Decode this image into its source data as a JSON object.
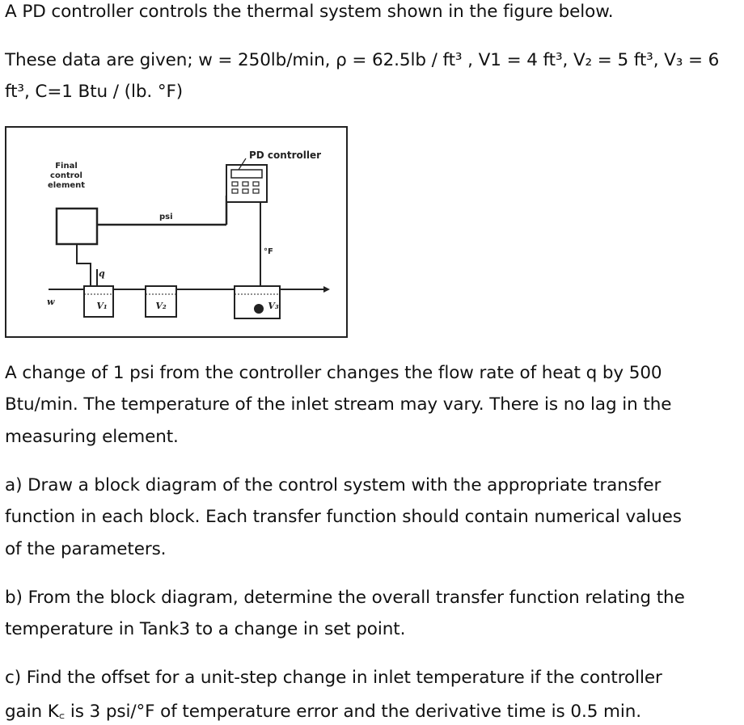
{
  "intro": {
    "title": "A PD controller controls the thermal system shown in the figure below.",
    "data_line1": "These data are given; w = 250lb/min, ρ = 62.5lb / ft³ , V1 = 4 ft³, V₂ = 5 ft³, V₃ = 6",
    "data_line2": "ft³, C=1 Btu / (lb. °F)"
  },
  "figure": {
    "final_control_l1": "Final",
    "final_control_l2": "control",
    "final_control_l3": "element",
    "pd_controller": "PD controller",
    "psi": "psi",
    "deg_f": "°F",
    "q": "q",
    "w": "w",
    "v1": "V₁",
    "v2": "V₂",
    "v3": "V₃"
  },
  "body": {
    "p1_l1": "A change of 1 psi from the controller changes the flow rate of heat q by 500",
    "p1_l2": "Btu/min. The temperature of the inlet stream may vary. There is no lag in the",
    "p1_l3": "measuring element.",
    "a_l1": "a) Draw a block diagram of the control system with the appropriate transfer",
    "a_l2": "function in each block. Each transfer function should contain numerical values",
    "a_l3": "of the parameters.",
    "b_l1": "b) From the block diagram, determine the overall transfer function relating the",
    "b_l2": "temperature in Tank3 to a change in set point.",
    "c_l1": "c) Find the offset for a unit-step change in inlet temperature if the controller",
    "c_l2": "gain K꜀ is 3 psi/°F of temperature error and the derivative time is 0.5 min."
  }
}
